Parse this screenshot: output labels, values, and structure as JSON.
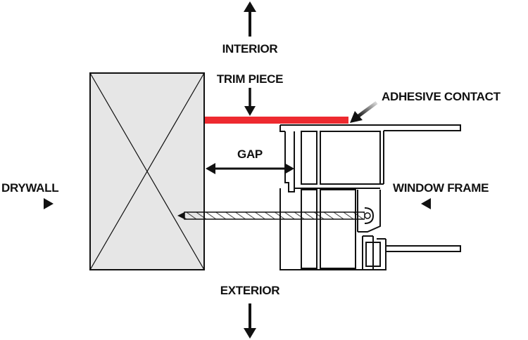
{
  "labels": {
    "interior": "INTERIOR",
    "trim_piece": "TRIM PIECE",
    "adhesive_contact": "ADHESIVE CONTACT",
    "gap": "GAP",
    "drywall": "DRYWALL",
    "window_frame": "WINDOW FRAME",
    "exterior": "EXTERIOR"
  },
  "colors": {
    "trim": "#ee2a2f",
    "drywall_fill": "#e6e6e6",
    "line": "#111111",
    "background": "#ffffff"
  },
  "icons": {
    "up_arrow": "arrow-up-icon",
    "down_arrow": "arrow-down-icon",
    "right_arrow": "arrow-right-icon",
    "left_arrow": "arrow-left-icon",
    "double_arrow": "double-arrow-icon"
  }
}
